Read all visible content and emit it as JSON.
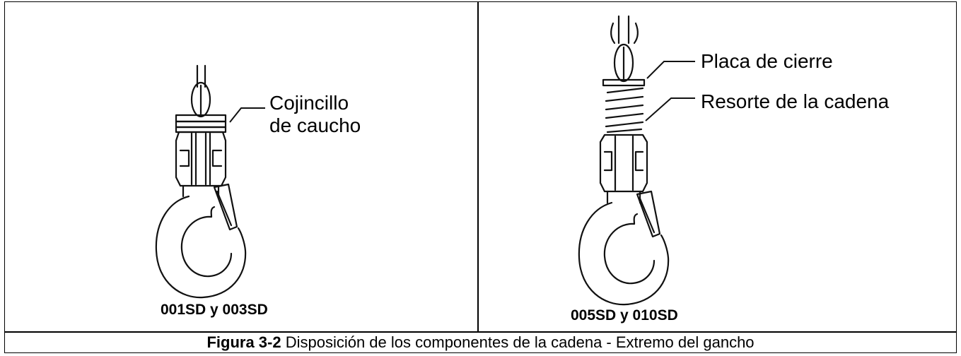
{
  "figure": {
    "left_panel": {
      "callout_line1": "Cojincillo",
      "callout_line2": "de caucho",
      "model_label": "001SD y 003SD"
    },
    "right_panel": {
      "callout_top": "Placa de cierre",
      "callout_bottom": "Resorte de la cadena",
      "model_label": "005SD y 010SD"
    },
    "caption": {
      "prefix": "Figura 3-2",
      "text": " Disposición de los componentes de la cadena - Extremo del gancho"
    }
  }
}
